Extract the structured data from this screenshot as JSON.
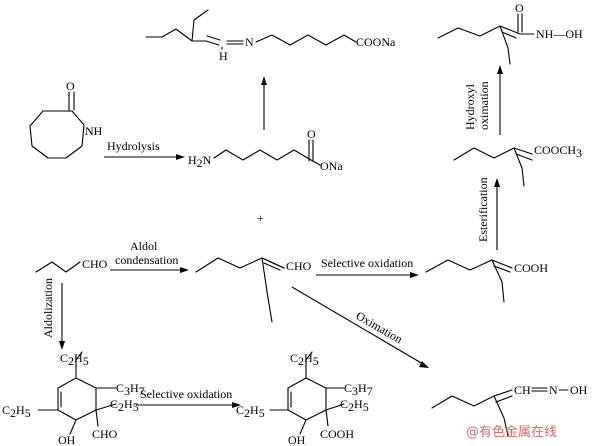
{
  "labels": {
    "hydrolysis": "Hydrolysis",
    "aldol_1": "Aldol",
    "aldol_2": "condensation",
    "selective_oxidation_top": "Selective oxidation",
    "selective_oxidation_bottom": "Selective oxidation",
    "aldolization": "Aldolization",
    "esterification": "Esterification",
    "hydroxyl_1": "Hydroxyl",
    "hydroxyl_2": "oximation",
    "oximation": "Oximation",
    "plus": "+"
  },
  "atoms": {
    "caprolactam_o": "O",
    "caprolactam_nh": "NH",
    "aminocaproate_h2n": "H2N",
    "aminocaproate_o": "O",
    "aminocaproate_ona": "ONa",
    "schiff_n": "N",
    "schiff_h": "H",
    "schiff_coona": "COONa",
    "butanal_cho": "CHO",
    "enal_cho": "CHO",
    "acid_cooh": "COOH",
    "ester_cooch3": "COOCH3",
    "hydroxamic_o": "O",
    "hydroxamic_nhoh": "NH—OH",
    "oxime_ch": "CH",
    "oxime_n": "N",
    "oxime_oh": "OH",
    "ring1_c2h5_top": "C2H5",
    "ring1_c3h7": "C3H7",
    "ring1_c2h5_right": "C2H5",
    "ring1_c2h5_left": "C2H5",
    "ring1_oh": "OH",
    "ring1_cho": "CHO",
    "ring2_c2h5_top": "C2H5",
    "ring2_c3h7": "C3H7",
    "ring2_c2h5_right": "C2H5",
    "ring2_c2h5_left": "C2H5",
    "ring2_oh": "OH",
    "ring2_cooh": "COOH"
  },
  "watermark": "@有色金属在线"
}
